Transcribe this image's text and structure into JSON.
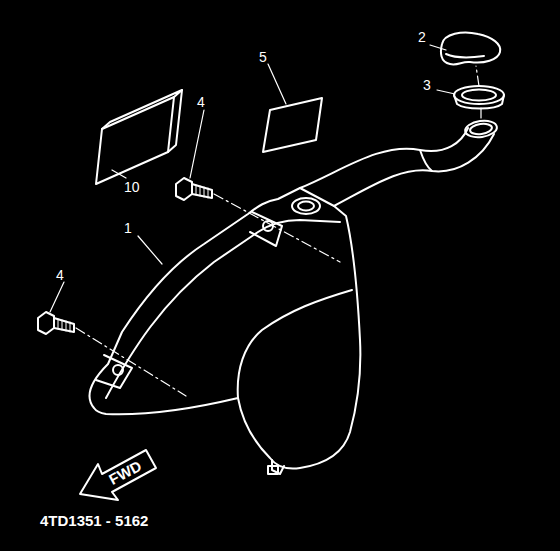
{
  "diagram": {
    "nodes": [
      {
        "text": [
          "FWD"
        ]
      }
    ],
    "labels": [
      "2",
      "3",
      "5",
      "4",
      "10",
      "1",
      "4",
      "4TD1351 - 5162"
    ]
  }
}
